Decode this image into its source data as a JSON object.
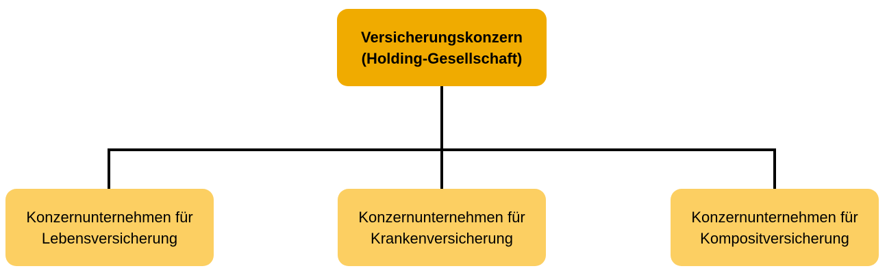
{
  "colors": {
    "root_fill": "#f0ab00",
    "child_fill": "#fccf62",
    "connector": "#000000"
  },
  "root": {
    "line1": "Versicherungskonzern",
    "line2": "(Holding-Gesellschaft)"
  },
  "children": [
    {
      "line1": "Konzernunternehmen für",
      "line2": "Lebensversicherung"
    },
    {
      "line1": "Konzernunternehmen für",
      "line2": "Krankenversicherung"
    },
    {
      "line1": "Konzernunternehmen für",
      "line2": "Kompositversicherung"
    }
  ]
}
